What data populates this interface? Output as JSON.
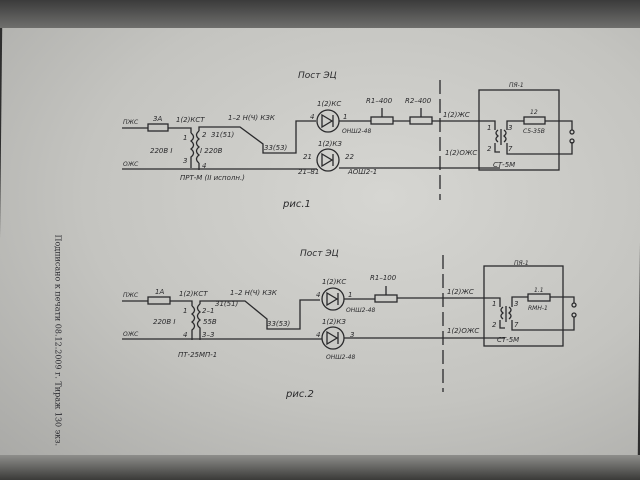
{
  "side_note": "Подписано к печати 08.12.2009 г. Тираж 130 экз.",
  "fig1": {
    "title": "Пост ЭЦ",
    "caption": "рис.1",
    "wire_top": "ПЖС",
    "wire_bottom": "ОЖС",
    "fuse": "3А",
    "relay_kst": "1(2)КСТ",
    "tr_pin1": "1",
    "tr_pin2": "2",
    "tr_pin3": "3",
    "tr_pin4": "4",
    "tr_v_primary": "220В I",
    "tr_v_secondary": "I 220В",
    "transformer": "ПРТ-М (II исполн.)",
    "kzk": "1–2 Н(Ч) КЗК",
    "contact_31": "31(51)",
    "contact_33": "33(53)",
    "lamp_ks": "1(2)КС",
    "lamp_ks_in": "4",
    "lamp_ks_out": "1",
    "lamp_ks_type": "ОНШ2-48",
    "lamp_kz": "1(2)КЗ",
    "lamp_kz_in": "21",
    "lamp_kz_out": "22",
    "lamp_kz_pins": "21–81",
    "lamp_kz_type": "АОШ2-1",
    "r1": "R1–400",
    "r2": "R2–400",
    "line_ks": "1(2)ЖС",
    "line_oks": "1(2)ОЖС",
    "box": "ПЯ-1",
    "box_tr": "СТ-5М",
    "box_r_num": "12",
    "box_r": "С5-35В",
    "box_p1": "1",
    "box_p2": "2",
    "box_p3": "3",
    "box_p7": "7"
  },
  "fig2": {
    "title": "Пост ЭЦ",
    "caption": "рис.2",
    "wire_top": "ПЖС",
    "wire_bottom": "ОЖС",
    "fuse": "1А",
    "relay_kst": "1(2)КСТ",
    "tr_pin1": "1",
    "tr_pin4": "4",
    "tr_pin21": "2–1",
    "tr_pin33": "3–3",
    "tr_v_primary": "220В I",
    "tr_v_secondary": "55В",
    "transformer": "ПТ-25МП-1",
    "kzk": "1–2 Н(Ч) КЗК",
    "contact_31": "31(51)",
    "contact_33": "33(53)",
    "lamp_ks": "1(2)КС",
    "lamp_ks_in": "4",
    "lamp_ks_out": "1",
    "lamp_ks_type": "ОНШ2-48",
    "lamp_kz": "1(2)КЗ",
    "lamp_kz_in": "4",
    "lamp_kz_out": "3",
    "lamp_kz_type": "ОНШ2-48",
    "r1": "R1–100",
    "line_ks": "1(2)ЖС",
    "line_oks": "1(2)ОЖС",
    "box": "ПЯ-1",
    "box_tr": "СТ-5М",
    "box_r_num": "1.1",
    "box_r": "RMH-1",
    "box_p1": "1",
    "box_p2": "2",
    "box_p3": "3",
    "box_p7": "7"
  }
}
